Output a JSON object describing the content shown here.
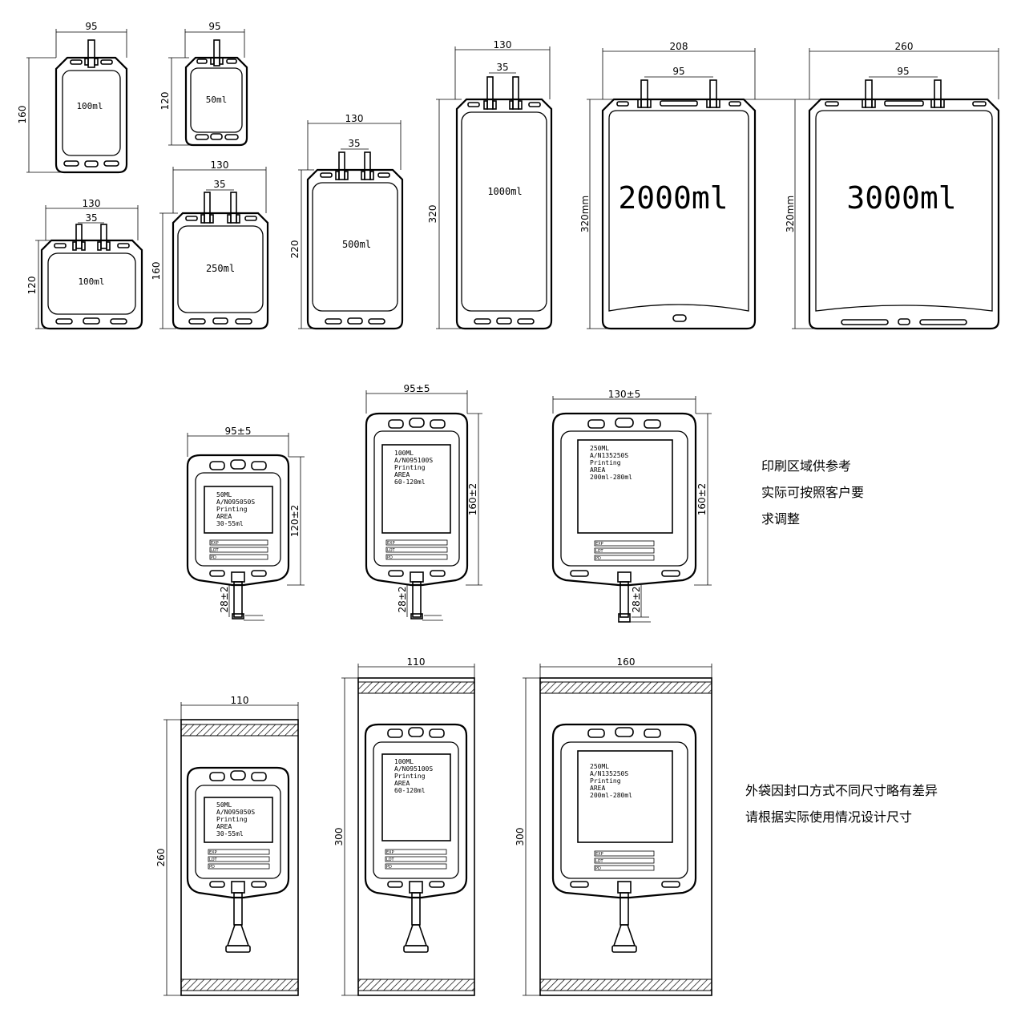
{
  "top_row": [
    {
      "id": "bag-100ml-single",
      "capacity": "100ml",
      "width_dim": "95",
      "height_dim": "160",
      "port_dim": ""
    },
    {
      "id": "bag-50ml",
      "capacity": "50ml",
      "width_dim": "95",
      "height_dim": "120",
      "port_dim": ""
    },
    {
      "id": "bag-100ml-twin",
      "capacity": "100ml",
      "width_dim": "130",
      "height_dim": "120",
      "port_dim": "35"
    },
    {
      "id": "bag-250ml",
      "capacity": "250ml",
      "width_dim": "130",
      "height_dim": "160",
      "port_dim": "35"
    },
    {
      "id": "bag-500ml",
      "capacity": "500ml",
      "width_dim": "130",
      "height_dim": "220",
      "port_dim": "35"
    },
    {
      "id": "bag-1000ml",
      "capacity": "1000ml",
      "width_dim": "130",
      "height_dim": "320",
      "port_dim": "35"
    },
    {
      "id": "bag-2000ml",
      "capacity": "2000ml",
      "width_dim": "208",
      "height_dim": "320mm",
      "port_dim": "95"
    },
    {
      "id": "bag-3000ml",
      "capacity": "3000ml",
      "width_dim": "260",
      "height_dim": "320mm",
      "port_dim": "95"
    }
  ],
  "middle_row": [
    {
      "id": "print-50ml",
      "width_dim": "95±5",
      "height_dim": "120±2",
      "tube_dim": "28±2",
      "printing": [
        "50ML",
        "A/N095050S",
        "Printing",
        "AREA",
        "30-55ml"
      ]
    },
    {
      "id": "print-100ml",
      "width_dim": "95±5",
      "height_dim": "160±2",
      "tube_dim": "28±2",
      "printing": [
        "100ML",
        "A/N095100S",
        "Printing",
        "AREA",
        "60-120ml"
      ]
    },
    {
      "id": "print-250ml",
      "width_dim": "130±5",
      "height_dim": "160±2",
      "tube_dim": "28±2",
      "printing": [
        "250ML",
        "A/N135250S",
        "Printing",
        "AREA",
        "200ml-280ml"
      ]
    }
  ],
  "field_labels": [
    "EXP",
    "LOT",
    "PD"
  ],
  "bottom_row": [
    {
      "id": "outer-50ml",
      "width_dim": "110",
      "height_dim": "260",
      "printing": [
        "50ML",
        "A/N095050S",
        "Printing",
        "AREA",
        "30-55ml"
      ]
    },
    {
      "id": "outer-100ml",
      "width_dim": "110",
      "height_dim": "300",
      "printing": [
        "100ML",
        "A/N095100S",
        "Printing",
        "AREA",
        "60-120ml"
      ]
    },
    {
      "id": "outer-250ml",
      "width_dim": "160",
      "height_dim": "300",
      "printing": [
        "250ML",
        "A/N135250S",
        "Printing",
        "AREA",
        "200ml-280ml"
      ]
    }
  ],
  "notes": {
    "print_area": [
      "印刷区域供参考",
      "实际可按照客户要",
      "求调整"
    ],
    "outer_bag": [
      "外袋因封口方式不同尺寸略有差异",
      "请根据实际使用情况设计尺寸"
    ]
  }
}
